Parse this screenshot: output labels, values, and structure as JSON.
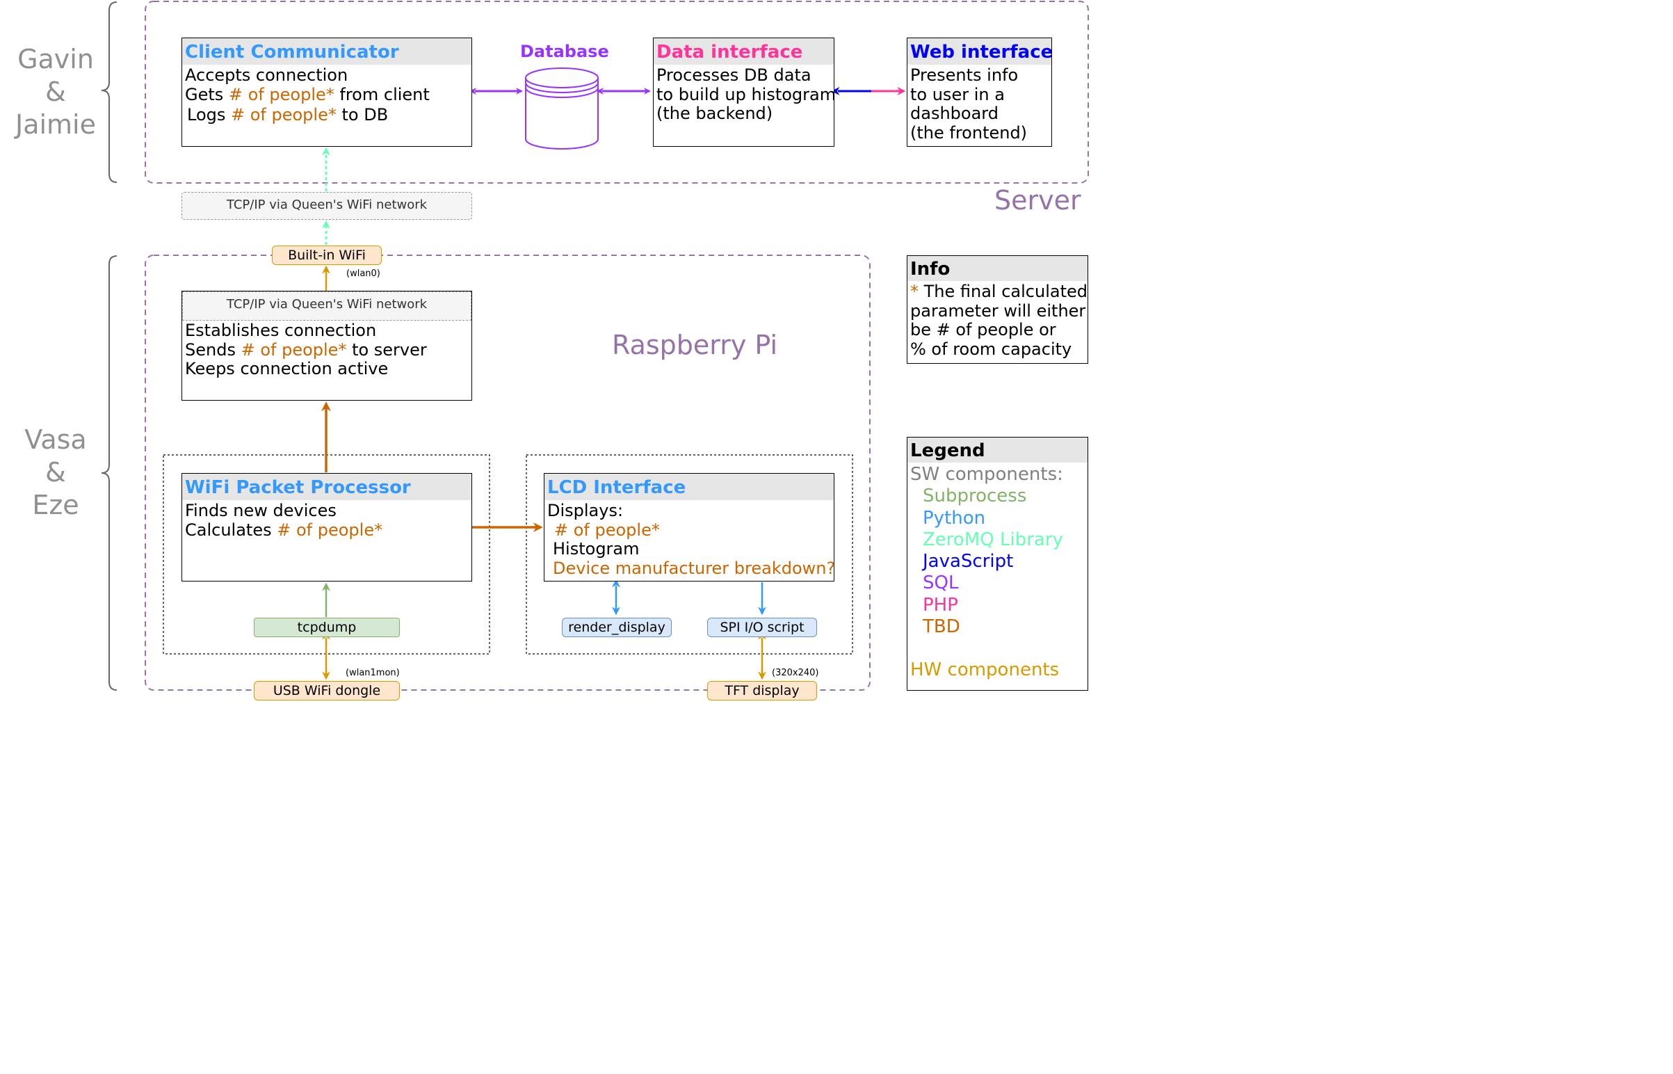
{
  "groups": {
    "top": {
      "line1": "Gavin",
      "line2": "&",
      "line3": "Jaimie"
    },
    "bottom": {
      "line1": "Vasa",
      "line2": "&",
      "line3": "Eze"
    }
  },
  "zones": {
    "server": "Server",
    "raspberry_pi": "Raspberry Pi"
  },
  "client_communicator": {
    "title": "Client Communicator",
    "line1": "Accepts connection",
    "line2_pre": "Gets ",
    "line2_hl": "# of people*",
    "line2_post": " from client",
    "line3_pre": "Logs ",
    "line3_hl": "# of people*",
    "line3_post": " to DB"
  },
  "database": {
    "label": "Database"
  },
  "data_interface": {
    "title": "Data interface",
    "line1": "Processes DB data",
    "line2": "to build up histogram",
    "line3": "(the backend)"
  },
  "web_interface": {
    "title": "Web interface",
    "line1": "Presents info",
    "line2": "to user in a",
    "line3": "dashboard",
    "line4": "(the frontend)"
  },
  "network_label_top": "TCP/IP via Queen's WiFi network",
  "builtin_wifi": "Built-in WiFi",
  "wlan0": "(wlan0)",
  "sender": {
    "header": "TCP/IP via Queen's WiFi network",
    "line1": "Establishes connection",
    "line2_pre": "Sends ",
    "line2_hl": "# of people*",
    "line2_post": " to server",
    "line3": "Keeps connection active"
  },
  "packet_processor": {
    "title": "WiFi Packet Processor",
    "line1": "Finds new devices",
    "line2_pre": "Calculates ",
    "line2_hl": "# of people*"
  },
  "lcd_interface": {
    "title": "LCD Interface",
    "line1": "Displays:",
    "line2": "# of people*",
    "line3": "Histogram",
    "line4": "Device manufacturer breakdown?"
  },
  "tcpdump": "tcpdump",
  "render_display": "render_display",
  "spi_script": "SPI I/O script",
  "usb_dongle": "USB WiFi dongle",
  "wlan1mon": "(wlan1mon)",
  "tft_display": "TFT display",
  "resolution": "(320x240)",
  "info": {
    "title": "Info",
    "star": "*",
    "line1": " The final calculated",
    "line2": "parameter will either",
    "line3": "be # of people or",
    "line4": "% of room capacity"
  },
  "legend": {
    "title": "Legend",
    "sw_heading": "SW components:",
    "items": [
      {
        "label": "Subprocess",
        "color": "#82b366"
      },
      {
        "label": "Python",
        "color": "#3399ff"
      },
      {
        "label": "ZeroMQ Library",
        "color": "#66ffb3"
      },
      {
        "label": "JavaScript",
        "color": "#0000ff"
      },
      {
        "label": "SQL",
        "color": "#9933ff"
      },
      {
        "label": "PHP",
        "color": "#ff3399"
      },
      {
        "label": "TBD",
        "color": "#cc6600"
      }
    ],
    "hw_heading": "HW components",
    "hw_color": "#d79b00"
  },
  "colors": {
    "zone_border": "#9673a6",
    "python_title": "#3399ff",
    "php_title": "#ff3399",
    "js_title": "#0000ff",
    "sql": "#9933ff",
    "zeromq": "#66ffb3",
    "tbd": "#cc6600",
    "hw": "#d79b00",
    "subprocess": "#82b366"
  }
}
